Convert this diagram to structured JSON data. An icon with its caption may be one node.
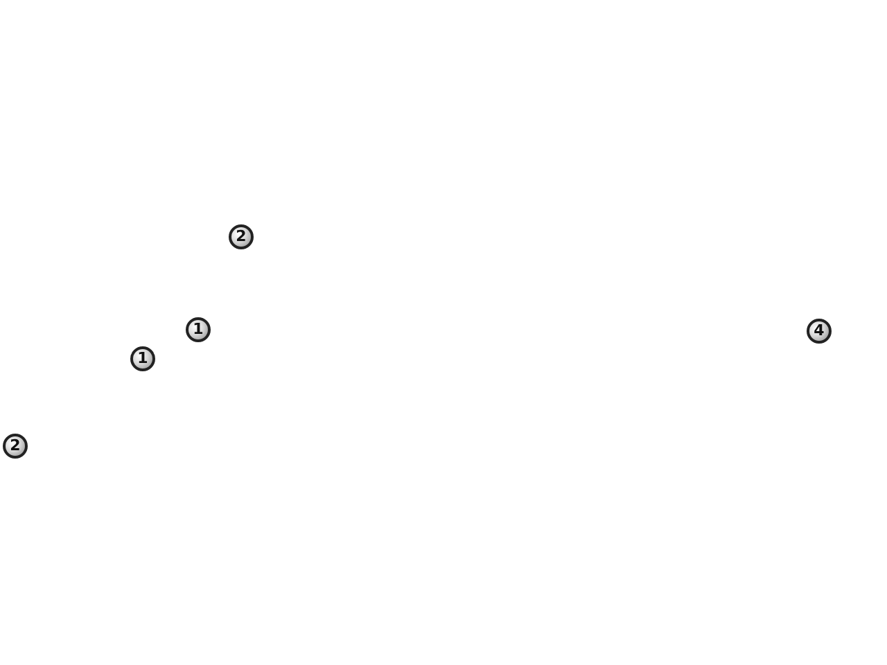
{
  "diagram": {
    "labels": [
      "2",
      "1",
      "4",
      "1",
      "2"
    ]
  }
}
